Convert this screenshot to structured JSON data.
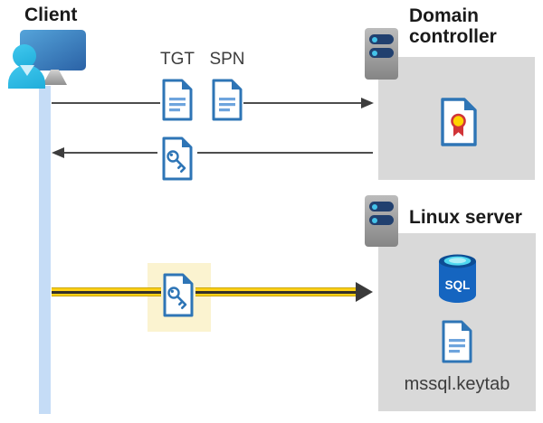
{
  "client": {
    "label": "Client"
  },
  "domain_controller": {
    "label": "Domain controller"
  },
  "linux_server": {
    "label": "Linux server",
    "sql_label": "SQL",
    "keytab_label": "mssql.keytab"
  },
  "messages": {
    "tgt_label": "TGT",
    "spn_label": "SPN"
  },
  "icons": {
    "client-user-icon": "person-at-monitor",
    "domain-controller-server-icon": "server-rack",
    "linux-server-icon": "server-rack",
    "tgt-ticket-icon": "document",
    "spn-ticket-icon": "document",
    "service-ticket-key-icon": "key-document",
    "highlighted-key-ticket-icon": "key-document",
    "certificate-icon": "certificate-document",
    "sql-database-icon": "database-cylinder",
    "keytab-file-icon": "document",
    "request-arrow": "right-arrow",
    "response-arrow": "left-arrow",
    "kerberos-connection-arrow": "yellow-right-arrow"
  },
  "colors": {
    "doc-blue": "#2e75b6",
    "doc-line": "#6ea4dd",
    "lifeline": "#c5dcf6",
    "panel-gray": "#d9d9d9",
    "highlight": "#fbf3d0",
    "gold": "#fdd017",
    "gold-dark": "#c9a60b",
    "arrow-core": "#33312a",
    "arrow-gray": "#4d4d4d",
    "arrowhead": "#3d3d3d",
    "server-navy": "#21406f",
    "led-cyan": "#44c3ea",
    "sql-body": "#1565c0",
    "sql-rim": "#0d4d94",
    "sql-top": "#4fd8f0",
    "cert-red": "#d13438",
    "cert-gold": "#ffd400",
    "person": "#35bee6",
    "text-dark": "#1a1a1a",
    "text-gray": "#3d3d3d"
  }
}
